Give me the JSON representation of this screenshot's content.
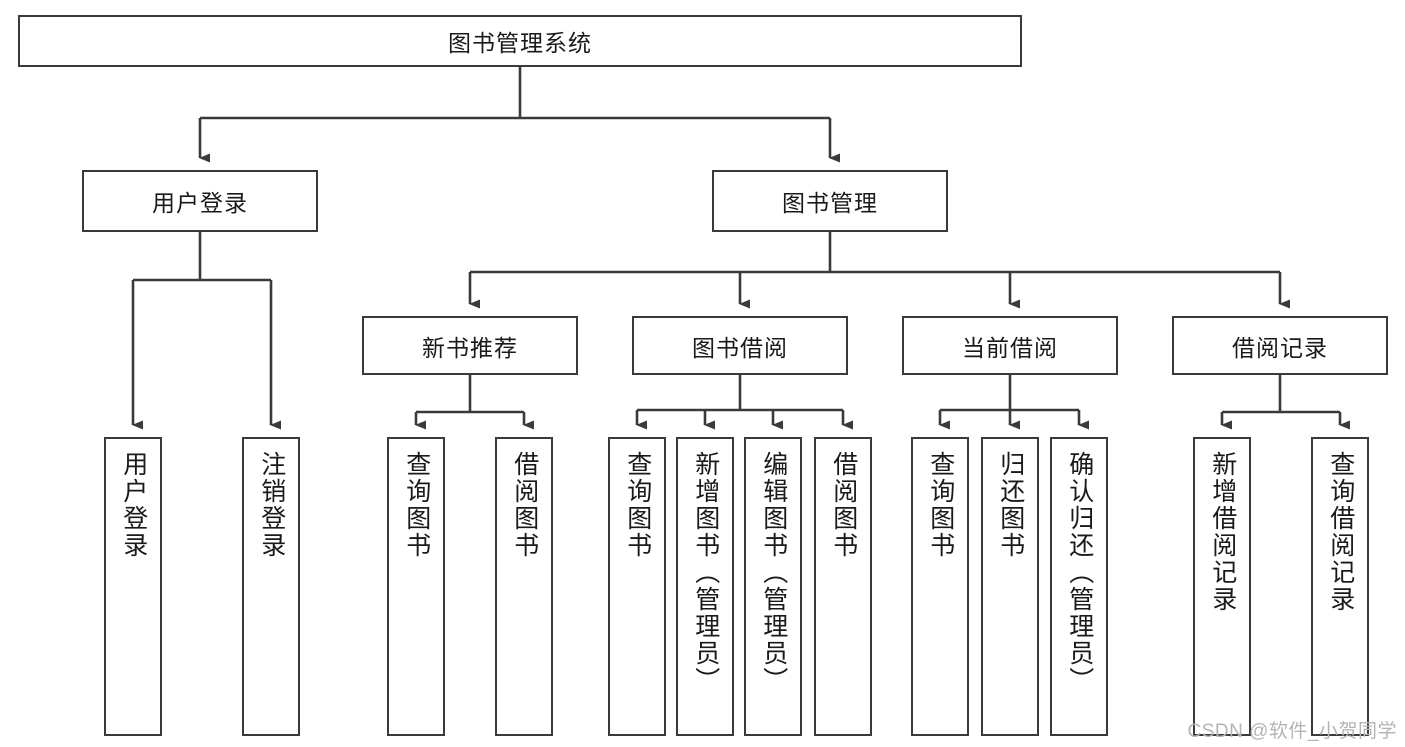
{
  "diagram": {
    "title": "图书管理系统",
    "root": {
      "label": "图书管理系统"
    },
    "level2": [
      {
        "label": "用户登录"
      },
      {
        "label": "图书管理"
      }
    ],
    "level3": [
      {
        "label": "新书推荐"
      },
      {
        "label": "图书借阅"
      },
      {
        "label": "当前借阅"
      },
      {
        "label": "借阅记录"
      }
    ],
    "leaves": [
      {
        "label": "用户登录",
        "parent": "用户登录"
      },
      {
        "label": "注销登录",
        "parent": "用户登录"
      },
      {
        "label": "查询图书",
        "parent": "新书推荐"
      },
      {
        "label": "借阅图书",
        "parent": "新书推荐"
      },
      {
        "label": "查询图书",
        "parent": "图书借阅"
      },
      {
        "label": "新增图书（管理员）",
        "parent": "图书借阅"
      },
      {
        "label": "编辑图书（管理员）",
        "parent": "图书借阅"
      },
      {
        "label": "借阅图书",
        "parent": "图书借阅"
      },
      {
        "label": "查询图书",
        "parent": "当前借阅"
      },
      {
        "label": "归还图书",
        "parent": "当前借阅"
      },
      {
        "label": "确认归还（管理员）",
        "parent": "当前借阅"
      },
      {
        "label": "新增借阅记录",
        "parent": "借阅记录"
      },
      {
        "label": "查询借阅记录",
        "parent": "借阅记录"
      }
    ]
  },
  "watermark": {
    "text": "CSDN @软件_小贺同学"
  },
  "colors": {
    "stroke": "#3a3a3a",
    "text": "#1a1a1a",
    "background": "#ffffff",
    "watermark": "#b4b4b4"
  }
}
